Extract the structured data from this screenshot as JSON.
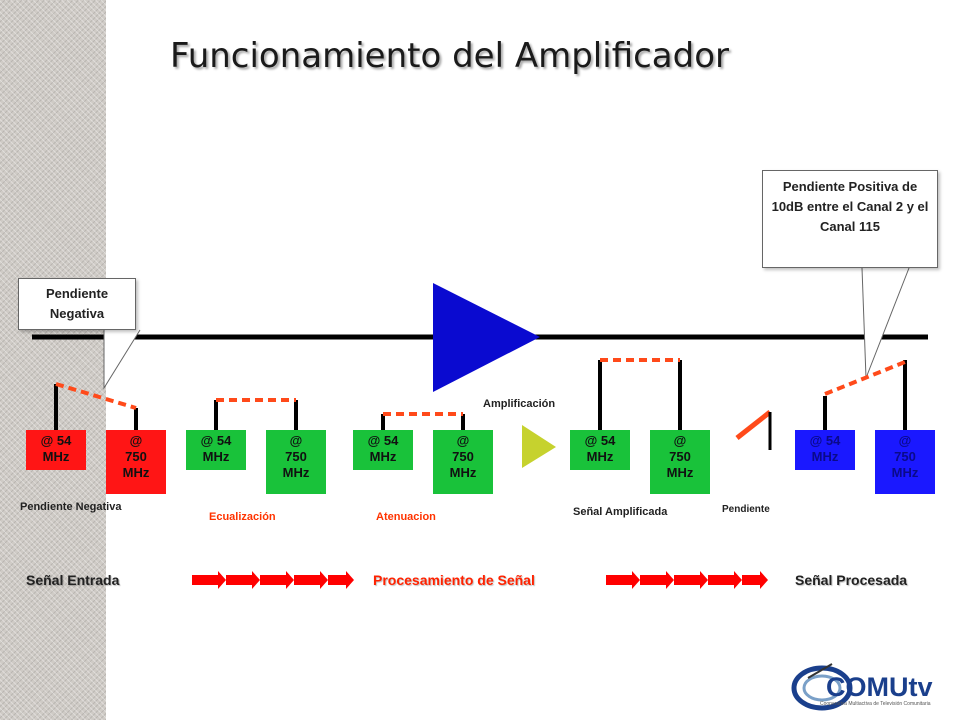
{
  "title": "Funcionamiento del Amplificador",
  "callouts": {
    "negative": "Pendiente Negativa",
    "positive": "Pendiente Positiva de 10dB entre el Canal 2 y el Canal 115"
  },
  "boxes": [
    {
      "text": "@ 54\nMHz",
      "color": "red"
    },
    {
      "text": "@\n750\nMHz",
      "color": "red"
    },
    {
      "text": "@ 54\nMHz",
      "color": "green"
    },
    {
      "text": "@\n750\nMHz",
      "color": "green"
    },
    {
      "text": "@ 54\nMHz",
      "color": "green"
    },
    {
      "text": "@\n750\nMHz",
      "color": "green"
    },
    {
      "text": "@ 54\nMHz",
      "color": "green"
    },
    {
      "text": "@\n750\nMHz",
      "color": "green"
    },
    {
      "text": "@ 54\nMHz",
      "color": "blue"
    },
    {
      "text": "@\n750\nMHz",
      "color": "blue"
    }
  ],
  "labels": {
    "pendiente_negativa": "Pendiente Negativa",
    "ecualizacion": "Ecualización",
    "atenuacion": "Atenuacion",
    "amplificacion": "Amplificación",
    "senal_amplificada": "Señal Amplificada",
    "pendiente": "Pendiente"
  },
  "stages": {
    "entrada": "Señal Entrada",
    "procesamiento": "Procesamiento de Señal",
    "procesada": "Señal Procesada"
  },
  "logo": {
    "name": "COMUtv",
    "subtitle": "Cooperativa Multiactiva de Televisión Comunitaria"
  },
  "colors": {
    "signal_red": "#ff1515",
    "signal_green": "#19c23a",
    "signal_blue": "#1a18ff",
    "amplifier_blue": "#0a0ad0",
    "slope_orange": "#ff4a1a",
    "arrow_red": "#ff0000",
    "logo_blue": "#1a3f8c"
  }
}
